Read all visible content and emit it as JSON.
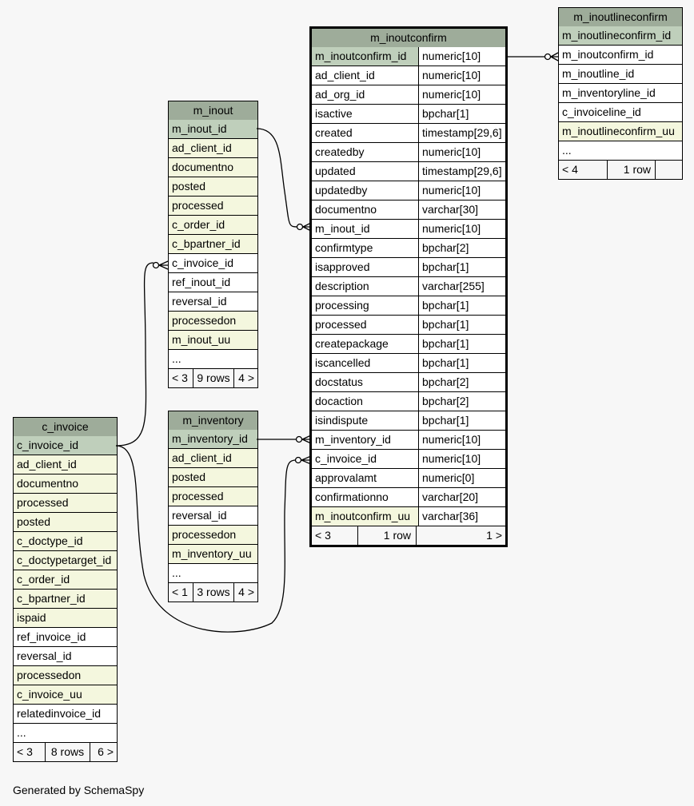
{
  "tables": {
    "m_inoutconfirm": {
      "name": "m_inoutconfirm",
      "columns": [
        {
          "name": "m_inoutconfirm_id",
          "type": "numeric[10]",
          "kind": "pk"
        },
        {
          "name": "ad_client_id",
          "type": "numeric[10]",
          "kind": "plain"
        },
        {
          "name": "ad_org_id",
          "type": "numeric[10]",
          "kind": "plain"
        },
        {
          "name": "isactive",
          "type": "bpchar[1]",
          "kind": "plain"
        },
        {
          "name": "created",
          "type": "timestamp[29,6]",
          "kind": "plain"
        },
        {
          "name": "createdby",
          "type": "numeric[10]",
          "kind": "plain"
        },
        {
          "name": "updated",
          "type": "timestamp[29,6]",
          "kind": "plain"
        },
        {
          "name": "updatedby",
          "type": "numeric[10]",
          "kind": "plain"
        },
        {
          "name": "documentno",
          "type": "varchar[30]",
          "kind": "plain"
        },
        {
          "name": "m_inout_id",
          "type": "numeric[10]",
          "kind": "plain"
        },
        {
          "name": "confirmtype",
          "type": "bpchar[2]",
          "kind": "plain"
        },
        {
          "name": "isapproved",
          "type": "bpchar[1]",
          "kind": "plain"
        },
        {
          "name": "description",
          "type": "varchar[255]",
          "kind": "plain"
        },
        {
          "name": "processing",
          "type": "bpchar[1]",
          "kind": "plain"
        },
        {
          "name": "processed",
          "type": "bpchar[1]",
          "kind": "plain"
        },
        {
          "name": "createpackage",
          "type": "bpchar[1]",
          "kind": "plain"
        },
        {
          "name": "iscancelled",
          "type": "bpchar[1]",
          "kind": "plain"
        },
        {
          "name": "docstatus",
          "type": "bpchar[2]",
          "kind": "plain"
        },
        {
          "name": "docaction",
          "type": "bpchar[2]",
          "kind": "plain"
        },
        {
          "name": "isindispute",
          "type": "bpchar[1]",
          "kind": "plain"
        },
        {
          "name": "m_inventory_id",
          "type": "numeric[10]",
          "kind": "plain"
        },
        {
          "name": "c_invoice_id",
          "type": "numeric[10]",
          "kind": "plain"
        },
        {
          "name": "approvalamt",
          "type": "numeric[0]",
          "kind": "plain"
        },
        {
          "name": "confirmationno",
          "type": "varchar[20]",
          "kind": "plain"
        },
        {
          "name": "m_inoutconfirm_uu",
          "type": "varchar[36]",
          "kind": "fk"
        }
      ],
      "footer": [
        "< 3",
        "1 row",
        "1 >"
      ]
    },
    "m_inoutlineconfirm": {
      "name": "m_inoutlineconfirm",
      "columns": [
        {
          "name": "m_inoutlineconfirm_id",
          "kind": "pk"
        },
        {
          "name": "m_inoutconfirm_id",
          "kind": "plain"
        },
        {
          "name": "m_inoutline_id",
          "kind": "plain"
        },
        {
          "name": "m_inventoryline_id",
          "kind": "plain"
        },
        {
          "name": "c_invoiceline_id",
          "kind": "plain"
        },
        {
          "name": "m_inoutlineconfirm_uu",
          "kind": "fk"
        },
        {
          "name": "...",
          "kind": "plain"
        }
      ],
      "footer": [
        "< 4",
        "1 row",
        ""
      ]
    },
    "m_inout": {
      "name": "m_inout",
      "columns": [
        {
          "name": "m_inout_id",
          "kind": "pk"
        },
        {
          "name": "ad_client_id",
          "kind": "fk"
        },
        {
          "name": "documentno",
          "kind": "fk"
        },
        {
          "name": "posted",
          "kind": "fk"
        },
        {
          "name": "processed",
          "kind": "fk"
        },
        {
          "name": "c_order_id",
          "kind": "fk"
        },
        {
          "name": "c_bpartner_id",
          "kind": "fk"
        },
        {
          "name": "c_invoice_id",
          "kind": "plain"
        },
        {
          "name": "ref_inout_id",
          "kind": "plain"
        },
        {
          "name": "reversal_id",
          "kind": "plain"
        },
        {
          "name": "processedon",
          "kind": "fk"
        },
        {
          "name": "m_inout_uu",
          "kind": "fk"
        },
        {
          "name": "...",
          "kind": "plain"
        }
      ],
      "footer": [
        "< 3",
        "9 rows",
        "4 >"
      ]
    },
    "m_inventory": {
      "name": "m_inventory",
      "columns": [
        {
          "name": "m_inventory_id",
          "kind": "pk"
        },
        {
          "name": "ad_client_id",
          "kind": "fk"
        },
        {
          "name": "posted",
          "kind": "fk"
        },
        {
          "name": "processed",
          "kind": "fk"
        },
        {
          "name": "reversal_id",
          "kind": "plain"
        },
        {
          "name": "processedon",
          "kind": "fk"
        },
        {
          "name": "m_inventory_uu",
          "kind": "fk"
        },
        {
          "name": "...",
          "kind": "plain"
        }
      ],
      "footer": [
        "< 1",
        "3 rows",
        "4 >"
      ]
    },
    "c_invoice": {
      "name": "c_invoice",
      "columns": [
        {
          "name": "c_invoice_id",
          "kind": "pk"
        },
        {
          "name": "ad_client_id",
          "kind": "fk"
        },
        {
          "name": "documentno",
          "kind": "fk"
        },
        {
          "name": "processed",
          "kind": "fk"
        },
        {
          "name": "posted",
          "kind": "fk"
        },
        {
          "name": "c_doctype_id",
          "kind": "fk"
        },
        {
          "name": "c_doctypetarget_id",
          "kind": "fk"
        },
        {
          "name": "c_order_id",
          "kind": "fk"
        },
        {
          "name": "c_bpartner_id",
          "kind": "fk"
        },
        {
          "name": "ispaid",
          "kind": "fk"
        },
        {
          "name": "ref_invoice_id",
          "kind": "plain"
        },
        {
          "name": "reversal_id",
          "kind": "plain"
        },
        {
          "name": "processedon",
          "kind": "fk"
        },
        {
          "name": "c_invoice_uu",
          "kind": "fk"
        },
        {
          "name": "relatedinvoice_id",
          "kind": "plain"
        },
        {
          "name": "...",
          "kind": "plain"
        }
      ],
      "footer": [
        "< 3",
        "8 rows",
        "6 >"
      ]
    }
  },
  "generated_by": "Generated by SchemaSpy"
}
